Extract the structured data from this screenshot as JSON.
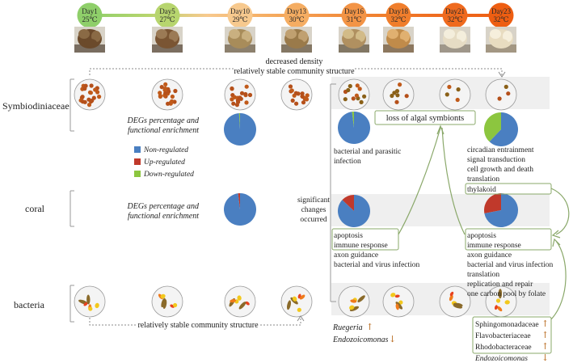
{
  "timeline": {
    "days": [
      {
        "day": "Day1",
        "temp": "25℃",
        "color": "#8fcf6a"
      },
      {
        "day": "Day5",
        "temp": "27℃",
        "color": "#b7d56e"
      },
      {
        "day": "Day10",
        "temp": "29℃",
        "color": "#f7c98e"
      },
      {
        "day": "Day13",
        "temp": "30℃",
        "color": "#f5ad62"
      },
      {
        "day": "Day16",
        "temp": "31℃",
        "color": "#f39446"
      },
      {
        "day": "Day18",
        "temp": "32℃",
        "color": "#f07e2c"
      },
      {
        "day": "Day21",
        "temp": "32℃",
        "color": "#ef6a1e"
      },
      {
        "day": "Day23",
        "temp": "32℃",
        "color": "#ee5e12"
      }
    ]
  },
  "rows": {
    "symbiodiniaceae": "Symbiodiniaceae",
    "coral": "coral",
    "bacteria": "bacteria"
  },
  "top_note": {
    "line1": "decreased density",
    "line2": "relatively stable community structure"
  },
  "bottom_note": "relatively stable community structure",
  "degs_title": {
    "line1": "DEGs percentage and",
    "line2": "functional enrichment"
  },
  "legend": [
    {
      "label": "Non-regulated",
      "color": "#4a7fc1"
    },
    {
      "label": "Up-regulated",
      "color": "#c0392b"
    },
    {
      "label": "Down-regulated",
      "color": "#8cc63f"
    }
  ],
  "symbio_pies": {
    "day10": {
      "non": 0.99,
      "up": 0.0,
      "down": 0.01
    },
    "day16": {
      "non": 0.98,
      "up": 0.0,
      "down": 0.02
    },
    "day21": {
      "non": 0.62,
      "up": 0.0,
      "down": 0.38
    }
  },
  "coral_pies": {
    "day10": {
      "non": 0.98,
      "up": 0.02,
      "down": 0.0
    },
    "day16": {
      "non": 0.87,
      "up": 0.13,
      "down": 0.0
    },
    "day21": {
      "non": 0.72,
      "up": 0.28,
      "down": 0.0
    }
  },
  "loss_box": "loss of algal symbionts",
  "symbio_terms_day16": [
    "bacterial and parasitic",
    "infection"
  ],
  "symbio_terms_day21": [
    "circadian entrainment",
    "signal transduction",
    "cell growth and death",
    "translation",
    "thylakoid"
  ],
  "significant": [
    "significant",
    "changes",
    "occurred"
  ],
  "coral_terms_day16": [
    "apoptosis",
    "immune response",
    "axon guidance",
    "bacterial and virus infection"
  ],
  "coral_terms_day21": [
    "apoptosis",
    "immune response",
    "axon guidance",
    "bacterial and virus infection",
    "translation",
    "replication and repair",
    "one carbon pool by folate"
  ],
  "bacteria_left": [
    "Ruegeria",
    "Endozoicomonas"
  ],
  "bacteria_right": [
    "Sphingomonadaceae",
    "Flavobacteriaceae",
    "Rhodobacteraceae",
    "Endozoicomonas"
  ],
  "arrows": {
    "up": "↑",
    "down": "↓"
  }
}
